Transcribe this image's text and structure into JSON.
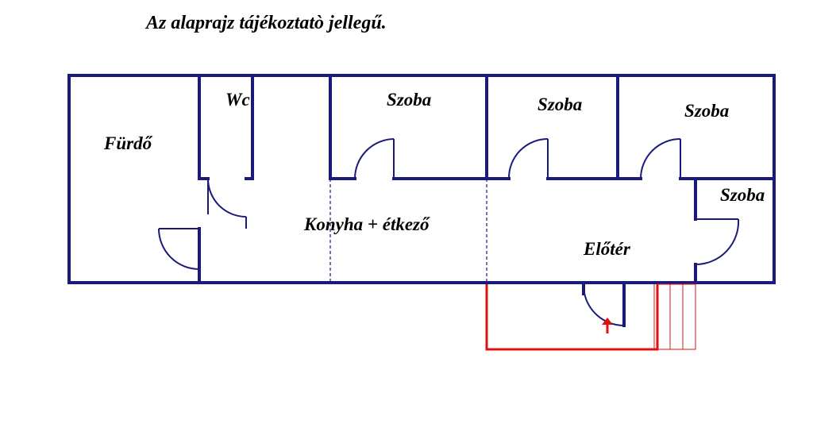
{
  "title": "Az alaprajz tájékoztatò jellegű.",
  "rooms": {
    "furdo": "Fürdő",
    "wc": "Wc",
    "szoba1": "Szoba",
    "szoba2": "Szoba",
    "szoba3": "Szoba",
    "szoba4": "Szoba",
    "konyha": "Konyha + étkező",
    "eloter": "Előtér"
  },
  "colors": {
    "walls": "#1a1a7a",
    "terrace": "#e01010",
    "background": "#ffffff"
  }
}
